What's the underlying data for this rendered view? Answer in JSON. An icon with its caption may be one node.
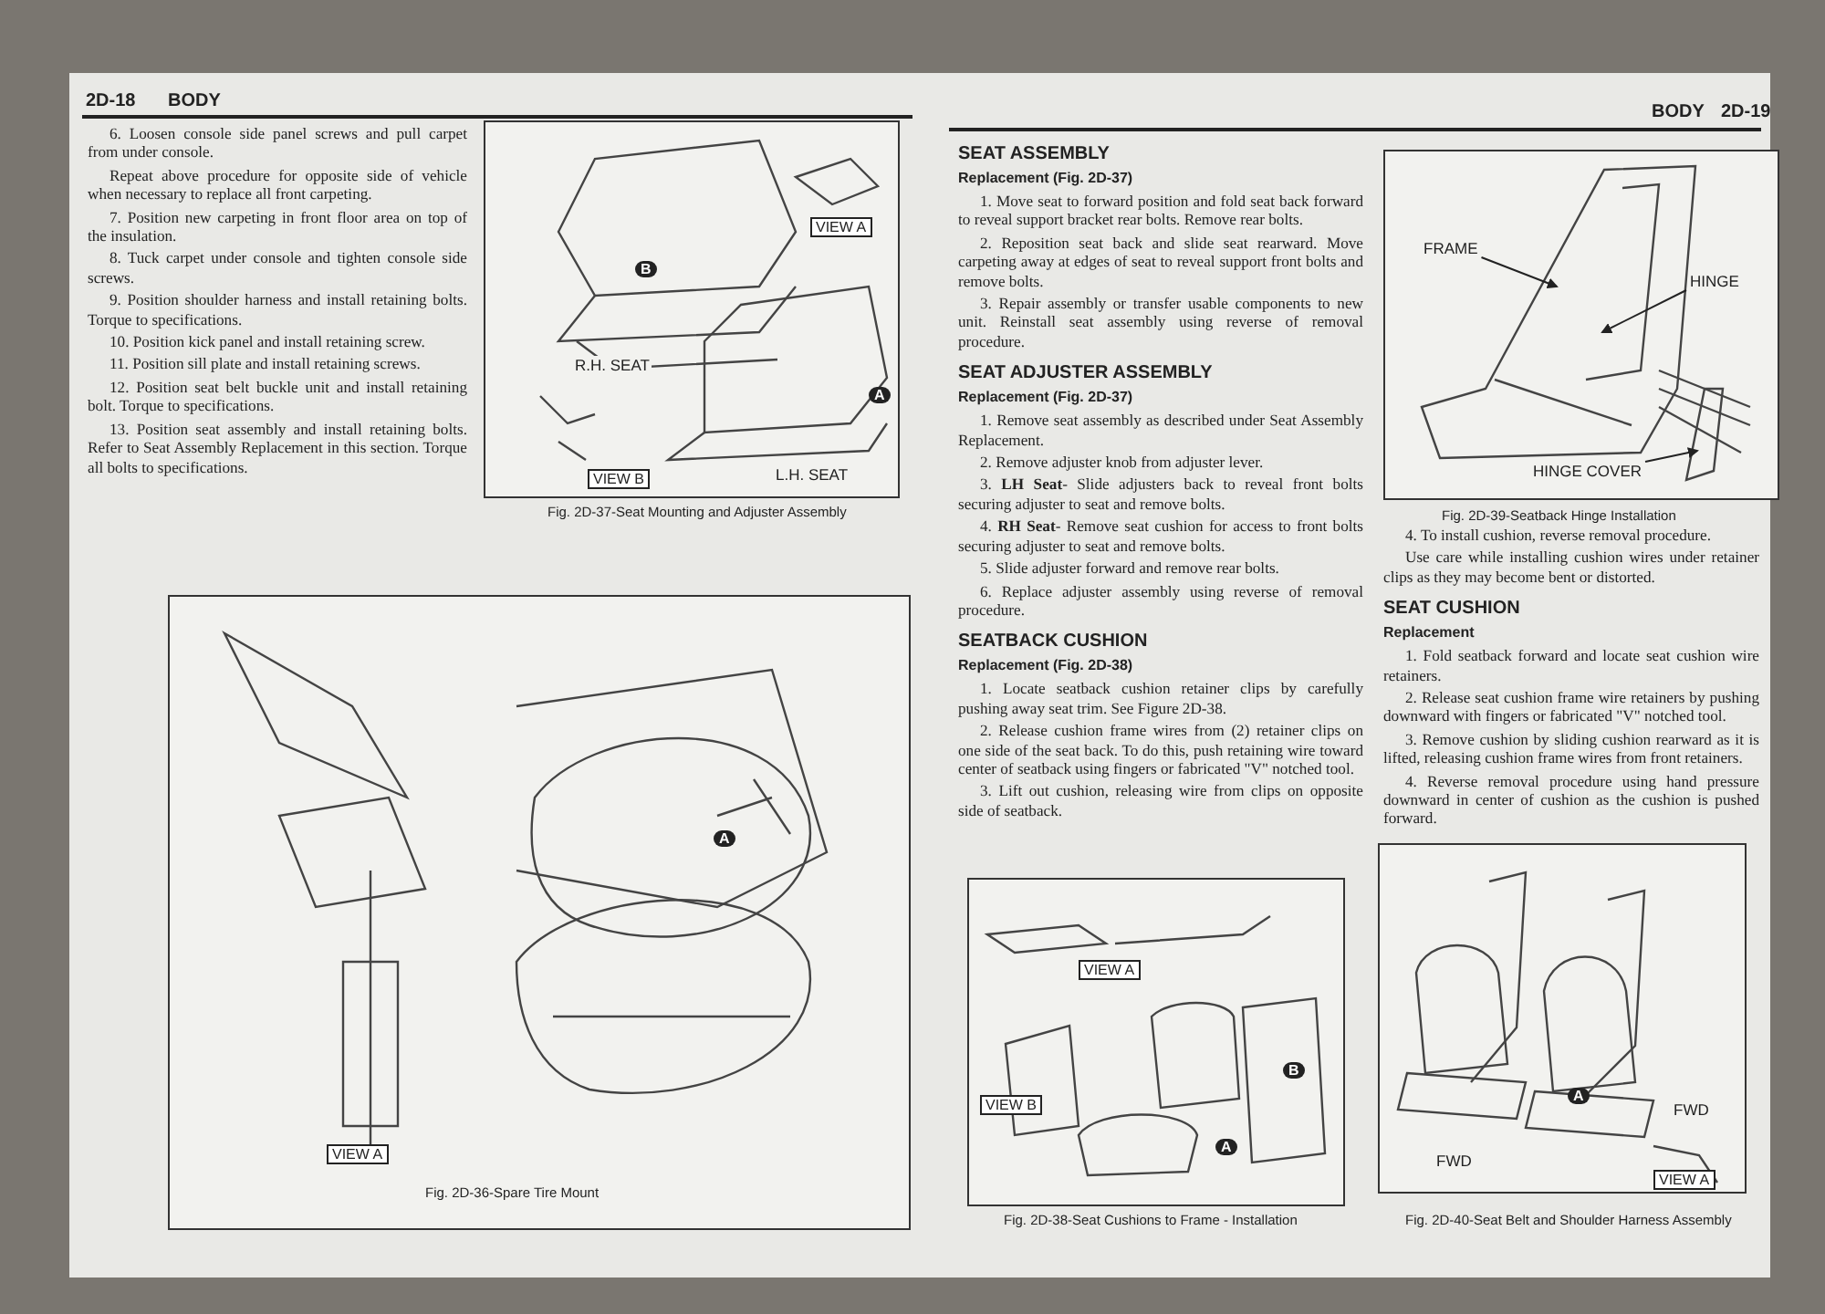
{
  "diagram": {
    "nodes": [
      {
        "text": [
          "FRAME"
        ]
      },
      {
        "text": [
          "HINGE"
        ]
      },
      {
        "text": [
          "HINGE COVER"
        ]
      },
      {
        "text": [],
        "shape": "picture"
      }
    ],
    "edges": [
      {
        "from": 0,
        "to": 3,
        "arrow": "to"
      },
      {
        "from": 1,
        "to": 3,
        "arrow": "to"
      },
      {
        "from": 2,
        "to": 3,
        "arrow": "to"
      }
    ],
    "labels": [
      "2D-18",
      "BODY",
      "6. Loosen console side panel screws and pull carpet from under console.",
      "Repeat above procedure for opposite side of vehicle when necessary to replace all front carpeting.",
      "7. Position new carpeting in front floor area on top of the insulation.",
      "8. Tuck carpet under console and tighten console side screws.",
      "9. Position shoulder harness and install retaining bolts. Torque to specifications.",
      "10. Position kick panel and install retaining screw.",
      "11. Position sill plate and install retaining screws.",
      "12. Position seat belt buckle unit and install retaining bolt. Torque to specifications.",
      "13. Position seat assembly and install retaining bolts. Refer to Seat Assembly Replacement in this section. Torque all bolts to specifications.",
      "VIEW A",
      "B",
      "R.H. SEAT",
      "A",
      "L.H. SEAT",
      "VIEW B",
      "Fig. 2D-37-Seat Mounting and Adjuster Assembly",
      "A",
      "VIEW A",
      "Fig. 2D-36-Spare Tire Mount",
      "BODY",
      "2D-19",
      "SEAT ASSEMBLY",
      "Replacement (Fig. 2D-37)",
      "1. Move seat to forward position and fold seat back forward to reveal support bracket rear bolts. Remove rear bolts.",
      "2. Reposition seat back and slide seat rearward. Move carpeting away at edges of seat to reveal support front bolts and remove bolts.",
      "3. Repair assembly or transfer usable components to new unit. Reinstall seat assembly using reverse of removal procedure.",
      "SEAT ADJUSTER ASSEMBLY",
      "Replacement (Fig. 2D-37)",
      "1. Remove seat assembly as described under Seat Assembly Replacement.",
      "2. Remove adjuster knob from adjuster lever.",
      "3. **LH Seat**- Slide adjusters back to reveal front bolts securing adjuster to seat and remove bolts.",
      "4. **RH Seat**- Remove seat cushion for access to front bolts securing adjuster to seat and remove bolts.",
      "5. Slide adjuster forward and remove rear bolts.",
      "6. Replace adjuster assembly using reverse of removal procedure.",
      "SEATBACK CUSHION",
      "Replacement (Fig. 2D-38)",
      "1. Locate seatback cushion retainer clips by carefully pushing away seat trim. See Figure 2D-38.",
      "2. Release cushion frame wires from (2) retainer clips on one side of the seat back. To do this, push retaining wire toward center of seatback using fingers or fabricated \"V\" notched tool.",
      "3. Lift out cushion, releasing wire from clips on opposite side of seatback.",
      "VIEW A",
      "VIEW B",
      "B",
      "A",
      "Fig. 2D-38-Seat Cushions to Frame - Installation",
      "Fig. 2D-39-Seatback Hinge Installation",
      "4. To install cushion, reverse removal procedure.",
      "Use care while installing cushion wires under retainer clips as they may become bent or distorted.",
      "SEAT CUSHION",
      "Replacement",
      "1. Fold seatback forward and locate seat cushion wire retainers.",
      "2. Release seat cushion frame wire retainers by pushing downward with fingers or fabricated \"V\" notched tool.",
      "3. Remove cushion by sliding cushion rearward as it is lifted, releasing cushion frame wires from front retainers.",
      "4. Reverse removal procedure using hand pressure downward in center of cushion as the cushion is pushed forward.",
      "FWD",
      "FWD",
      "A",
      "VIEW A",
      "Fig. 2D-40-Seat Belt and Shoulder Harness Assembly"
    ]
  }
}
